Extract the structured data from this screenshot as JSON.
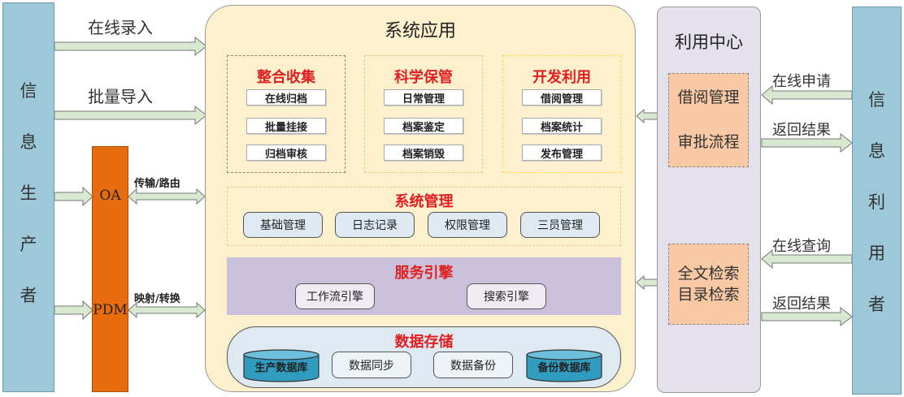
{
  "producer": {
    "chars": [
      "信",
      "息",
      "生",
      "产",
      "者"
    ]
  },
  "consumer": {
    "chars": [
      "信",
      "息",
      "利",
      "用",
      "者"
    ]
  },
  "left_arrows": {
    "online_entry": "在线录入",
    "batch_import": "批量导入"
  },
  "oa_pdm": {
    "oa": "OA",
    "pdm": "PDM",
    "transfer": "传输/路由",
    "mapping": "映射/转换"
  },
  "system_app": {
    "title": "系统应用",
    "integration": {
      "title": "整合收集",
      "items": [
        "在线归档",
        "批量挂接",
        "归档审核"
      ]
    },
    "custody": {
      "title": "科学保管",
      "items": [
        "日常管理",
        "档案鉴定",
        "档案销毁"
      ]
    },
    "utilization": {
      "title": "开发利用",
      "items": [
        "借阅管理",
        "档案统计",
        "发布管理"
      ]
    },
    "management": {
      "title": "系统管理",
      "items": [
        "基础管理",
        "日志记录",
        "权限管理",
        "三员管理"
      ]
    },
    "engine": {
      "title": "服务引擎",
      "items": [
        "工作流引擎",
        "搜索引擎"
      ]
    },
    "storage": {
      "title": "数据存储",
      "items": [
        "生产数据库",
        "数据同步",
        "数据备份",
        "备份数据库"
      ]
    }
  },
  "center": {
    "title": "利用中心",
    "box1": [
      "借阅管理",
      "审批流程"
    ],
    "box2": [
      "全文检索",
      "目录检索"
    ]
  },
  "right_arrows": {
    "apply": "在线申请",
    "return1": "返回结果",
    "query": "在线查询",
    "return2": "返回结果"
  },
  "colors": {
    "side_col": "#9dc8d9",
    "oa_pdm": "#e86c0e",
    "system_app": "#fdf0cc",
    "center": "#e5e1ec",
    "center_box": "#f9c8a4",
    "engine": "#ccc1dc",
    "arrow": "#d9e8d0"
  }
}
